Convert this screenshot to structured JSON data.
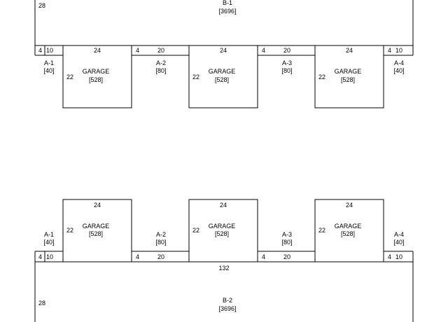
{
  "top": {
    "main": {
      "name": "B-1",
      "area": "[3696]",
      "depth": "28"
    },
    "strip_dims": [
      "4",
      "10",
      "24",
      "4",
      "20",
      "24",
      "4",
      "20",
      "24",
      "4",
      "10"
    ],
    "units": [
      {
        "name": "A-1",
        "area": "[40]"
      },
      {
        "name": "A-2",
        "area": "[80]"
      },
      {
        "name": "A-3",
        "area": "[80]"
      },
      {
        "name": "A-4",
        "area": "[40]"
      }
    ],
    "garages": [
      {
        "label": "GARAGE",
        "area": "[528]",
        "depth": "22"
      },
      {
        "label": "GARAGE",
        "area": "[528]",
        "depth": "22"
      },
      {
        "label": "GARAGE",
        "area": "[528]",
        "depth": "22"
      }
    ]
  },
  "bottom": {
    "main": {
      "name": "B-2",
      "area": "[3696]",
      "depth": "28",
      "width": "132"
    },
    "garage_widths": [
      "24",
      "24",
      "24"
    ],
    "strip_dims": [
      "4",
      "10",
      "4",
      "20",
      "4",
      "20",
      "4",
      "10"
    ],
    "units": [
      {
        "name": "A-1",
        "area": "[40]"
      },
      {
        "name": "A-2",
        "area": "[80]"
      },
      {
        "name": "A-3",
        "area": "[80]"
      },
      {
        "name": "A-4",
        "area": "[40]"
      }
    ],
    "garages": [
      {
        "label": "GARAGE",
        "area": "[528]",
        "depth": "22"
      },
      {
        "label": "GARAGE",
        "area": "[528]",
        "depth": "22"
      },
      {
        "label": "GARAGE",
        "area": "[528]",
        "depth": "22"
      }
    ]
  }
}
